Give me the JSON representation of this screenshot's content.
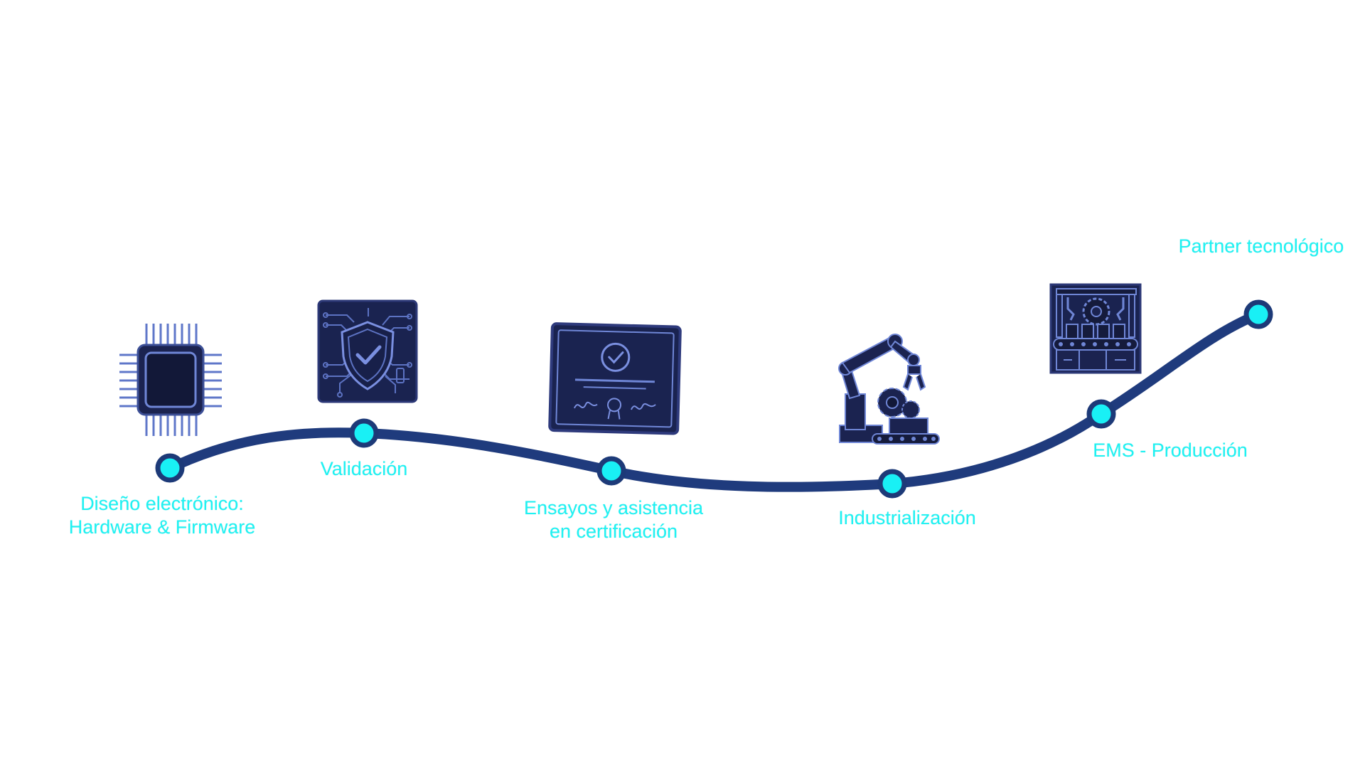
{
  "colors": {
    "path": "#1f3b7d",
    "node_fill": "#19f0f5",
    "node_ring": "#1d3a78",
    "label": "#1ef2f2",
    "icon_fill": "#1a2350",
    "icon_line": "#6f86d6",
    "icon_dark": "#151b3c"
  },
  "steps": [
    {
      "label_lines": [
        "Diseño electrónico:",
        "Hardware & Firmware"
      ],
      "icon": "microchip-icon"
    },
    {
      "label_lines": [
        "Validación"
      ],
      "icon": "shield-check-icon"
    },
    {
      "label_lines": [
        "Ensayos y asistencia",
        "en certificación"
      ],
      "icon": "certificate-icon"
    },
    {
      "label_lines": [
        "Industrialización"
      ],
      "icon": "robot-arm-icon"
    },
    {
      "label_lines": [
        "EMS - Producción"
      ],
      "icon": "production-line-icon"
    },
    {
      "label_lines": [
        "Partner tecnológico"
      ],
      "icon": ""
    }
  ]
}
